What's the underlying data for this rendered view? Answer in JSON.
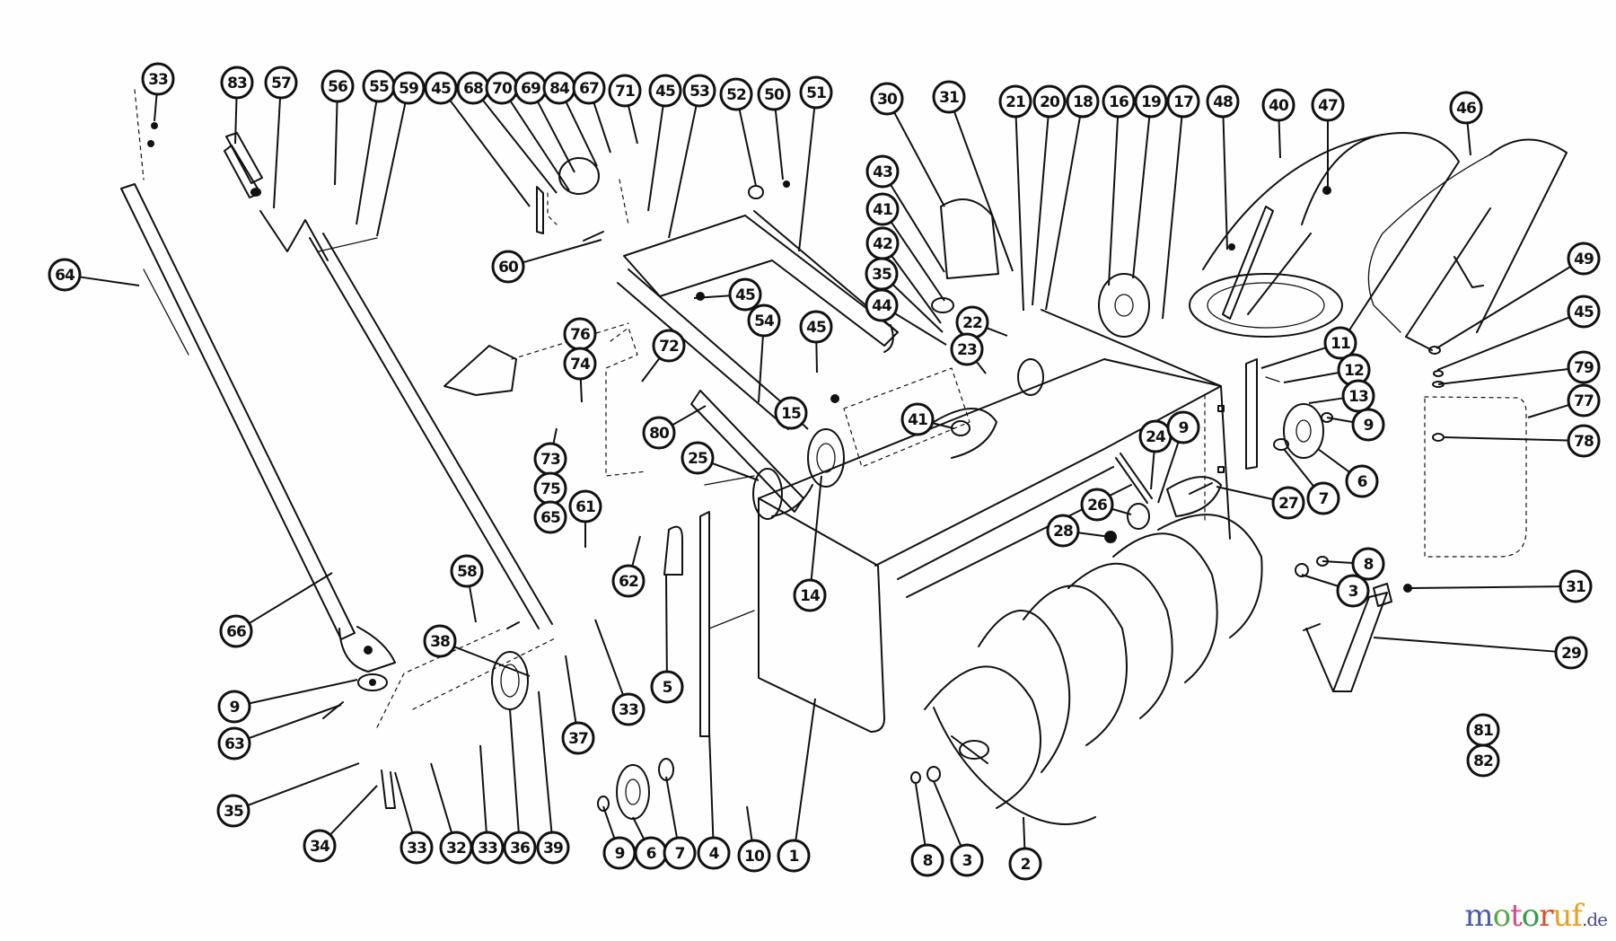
{
  "diagram": {
    "title": "Snow thrower auger housing exploded parts diagram",
    "callouts": [
      {
        "id": "c33a",
        "label": "33"
      },
      {
        "id": "c83",
        "label": "83"
      },
      {
        "id": "c57",
        "label": "57"
      },
      {
        "id": "c56",
        "label": "56"
      },
      {
        "id": "c55",
        "label": "55"
      },
      {
        "id": "c59",
        "label": "59"
      },
      {
        "id": "c45a",
        "label": "45"
      },
      {
        "id": "c68",
        "label": "68"
      },
      {
        "id": "c70",
        "label": "70"
      },
      {
        "id": "c69",
        "label": "69"
      },
      {
        "id": "c84",
        "label": "84"
      },
      {
        "id": "c67",
        "label": "67"
      },
      {
        "id": "c71",
        "label": "71"
      },
      {
        "id": "c45b",
        "label": "45"
      },
      {
        "id": "c53",
        "label": "53"
      },
      {
        "id": "c52",
        "label": "52"
      },
      {
        "id": "c50",
        "label": "50"
      },
      {
        "id": "c51",
        "label": "51"
      },
      {
        "id": "c30",
        "label": "30"
      },
      {
        "id": "c31a",
        "label": "31"
      },
      {
        "id": "c21",
        "label": "21"
      },
      {
        "id": "c20",
        "label": "20"
      },
      {
        "id": "c18",
        "label": "18"
      },
      {
        "id": "c16",
        "label": "16"
      },
      {
        "id": "c19",
        "label": "19"
      },
      {
        "id": "c17",
        "label": "17"
      },
      {
        "id": "c48",
        "label": "48"
      },
      {
        "id": "c40",
        "label": "40"
      },
      {
        "id": "c47",
        "label": "47"
      },
      {
        "id": "c46",
        "label": "46"
      },
      {
        "id": "c64",
        "label": "64"
      },
      {
        "id": "c60",
        "label": "60"
      },
      {
        "id": "c43",
        "label": "43"
      },
      {
        "id": "c41a",
        "label": "41"
      },
      {
        "id": "c42",
        "label": "42"
      },
      {
        "id": "c35a",
        "label": "35"
      },
      {
        "id": "c44",
        "label": "44"
      },
      {
        "id": "c22",
        "label": "22"
      },
      {
        "id": "c23",
        "label": "23"
      },
      {
        "id": "c45c",
        "label": "45"
      },
      {
        "id": "c54",
        "label": "54"
      },
      {
        "id": "c45d",
        "label": "45"
      },
      {
        "id": "c76",
        "label": "76"
      },
      {
        "id": "c74",
        "label": "74"
      },
      {
        "id": "c72",
        "label": "72"
      },
      {
        "id": "c49",
        "label": "49"
      },
      {
        "id": "c45e",
        "label": "45"
      },
      {
        "id": "c79",
        "label": "79"
      },
      {
        "id": "c77",
        "label": "77"
      },
      {
        "id": "c78",
        "label": "78"
      },
      {
        "id": "c11",
        "label": "11"
      },
      {
        "id": "c12",
        "label": "12"
      },
      {
        "id": "c13",
        "label": "13"
      },
      {
        "id": "c9a",
        "label": "9"
      },
      {
        "id": "c6a",
        "label": "6"
      },
      {
        "id": "c7a",
        "label": "7"
      },
      {
        "id": "c27",
        "label": "27"
      },
      {
        "id": "c24",
        "label": "24"
      },
      {
        "id": "c9b",
        "label": "9"
      },
      {
        "id": "c26",
        "label": "26"
      },
      {
        "id": "c28",
        "label": "28"
      },
      {
        "id": "c41b",
        "label": "41"
      },
      {
        "id": "c15",
        "label": "15"
      },
      {
        "id": "c80",
        "label": "80"
      },
      {
        "id": "c25",
        "label": "25"
      },
      {
        "id": "c73",
        "label": "73"
      },
      {
        "id": "c75",
        "label": "75"
      },
      {
        "id": "c65",
        "label": "65"
      },
      {
        "id": "c61",
        "label": "61"
      },
      {
        "id": "c62",
        "label": "62"
      },
      {
        "id": "c58",
        "label": "58"
      },
      {
        "id": "c14",
        "label": "14"
      },
      {
        "id": "c5",
        "label": "5"
      },
      {
        "id": "c66",
        "label": "66"
      },
      {
        "id": "c38",
        "label": "38"
      },
      {
        "id": "c33b",
        "label": "33"
      },
      {
        "id": "c37",
        "label": "37"
      },
      {
        "id": "c9c",
        "label": "9"
      },
      {
        "id": "c63",
        "label": "63"
      },
      {
        "id": "c35b",
        "label": "35"
      },
      {
        "id": "c34",
        "label": "34"
      },
      {
        "id": "c33c",
        "label": "33"
      },
      {
        "id": "c32",
        "label": "32"
      },
      {
        "id": "c33d",
        "label": "33"
      },
      {
        "id": "c36",
        "label": "36"
      },
      {
        "id": "c39",
        "label": "39"
      },
      {
        "id": "c9d",
        "label": "9"
      },
      {
        "id": "c6b",
        "label": "6"
      },
      {
        "id": "c7b",
        "label": "7"
      },
      {
        "id": "c4",
        "label": "4"
      },
      {
        "id": "c10",
        "label": "10"
      },
      {
        "id": "c1",
        "label": "1"
      },
      {
        "id": "c8a",
        "label": "8"
      },
      {
        "id": "c3a",
        "label": "3"
      },
      {
        "id": "c2",
        "label": "2"
      },
      {
        "id": "c8b",
        "label": "8"
      },
      {
        "id": "c3b",
        "label": "3"
      },
      {
        "id": "c31b",
        "label": "31"
      },
      {
        "id": "c29",
        "label": "29"
      },
      {
        "id": "c81",
        "label": "81"
      },
      {
        "id": "c82",
        "label": "82"
      }
    ]
  },
  "watermark": {
    "letters": [
      "m",
      "o",
      "t",
      "o",
      "r",
      "u",
      "f"
    ],
    "colors": [
      "#4a5aa8",
      "#5aa84a",
      "#d84a8a",
      "#3a9a4a",
      "#d8502a",
      "#e8a020",
      "#e8a020"
    ],
    "tld": ".de"
  }
}
